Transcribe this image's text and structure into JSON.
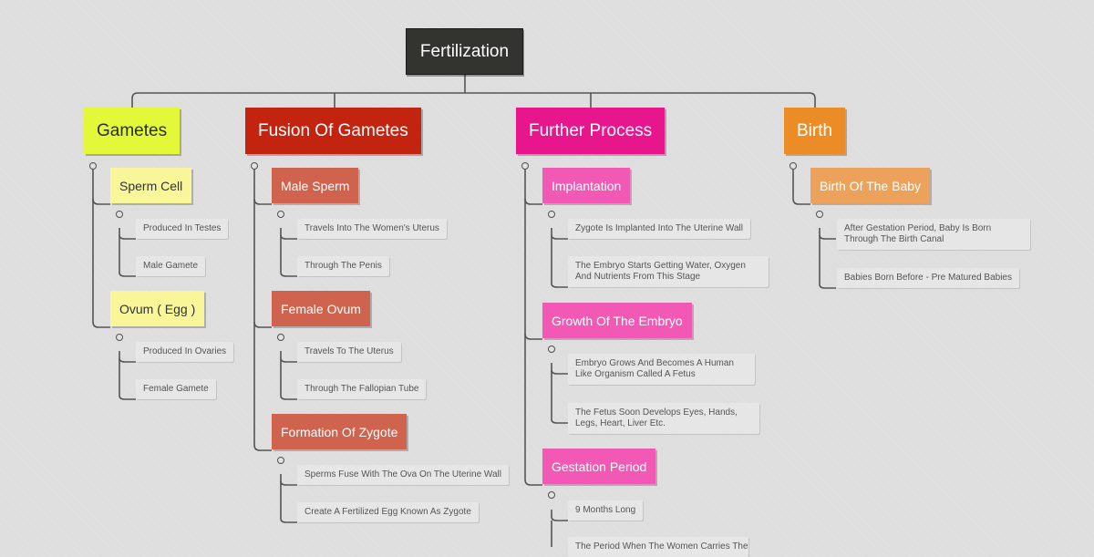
{
  "root": {
    "label": "Fertilization",
    "color": "#33332f"
  },
  "colors": {
    "gametes": "#e3f838",
    "gametes_sub": "#f9f69a",
    "fusion": "#c2240f",
    "fusion_sub": "#d0634d",
    "further": "#e8168d",
    "further_sub": "#f259b4",
    "birth": "#ec8c26",
    "birth_sub": "#eca25a",
    "connector": "#555555"
  },
  "branches": [
    {
      "label": "Gametes",
      "subtopics": [
        {
          "label": "Sperm Cell",
          "details": [
            "Produced In Testes",
            "Male Gamete"
          ]
        },
        {
          "label": "Ovum ( Egg )",
          "details": [
            "Produced In Ovaries",
            "Female Gamete"
          ]
        }
      ]
    },
    {
      "label": "Fusion Of Gametes",
      "subtopics": [
        {
          "label": "Male Sperm",
          "details": [
            "Travels Into The Women's Uterus",
            "Through The Penis"
          ]
        },
        {
          "label": "Female Ovum",
          "details": [
            "Travels To The Uterus",
            "Through The Fallopian Tube"
          ]
        },
        {
          "label": "Formation Of Zygote",
          "details": [
            "Sperms Fuse With The Ova On The Uterine Wall",
            "Create A Fertilized Egg Known As Zygote"
          ]
        }
      ]
    },
    {
      "label": "Further Process",
      "subtopics": [
        {
          "label": "Implantation",
          "details": [
            "Zygote Is Implanted Into The Uterine Wall",
            "The Embryo Starts Getting Water, Oxygen And Nutrients From This Stage"
          ]
        },
        {
          "label": "Growth Of The Embryo",
          "details": [
            "Embryo Grows And Becomes A Human Like Organism Called A Fetus",
            "The Fetus Soon Develops Eyes, Hands, Legs, Heart, Liver Etc."
          ]
        },
        {
          "label": "Gestation Period",
          "details": [
            "9 Months Long",
            "The Period When The Women Carries The"
          ]
        }
      ]
    },
    {
      "label": "Birth",
      "subtopics": [
        {
          "label": "Birth Of The Baby",
          "details": [
            "After Gestation Period, Baby Is Born Through The Birth Canal",
            "Babies Born Before - Pre Matured Babies"
          ]
        }
      ]
    }
  ]
}
